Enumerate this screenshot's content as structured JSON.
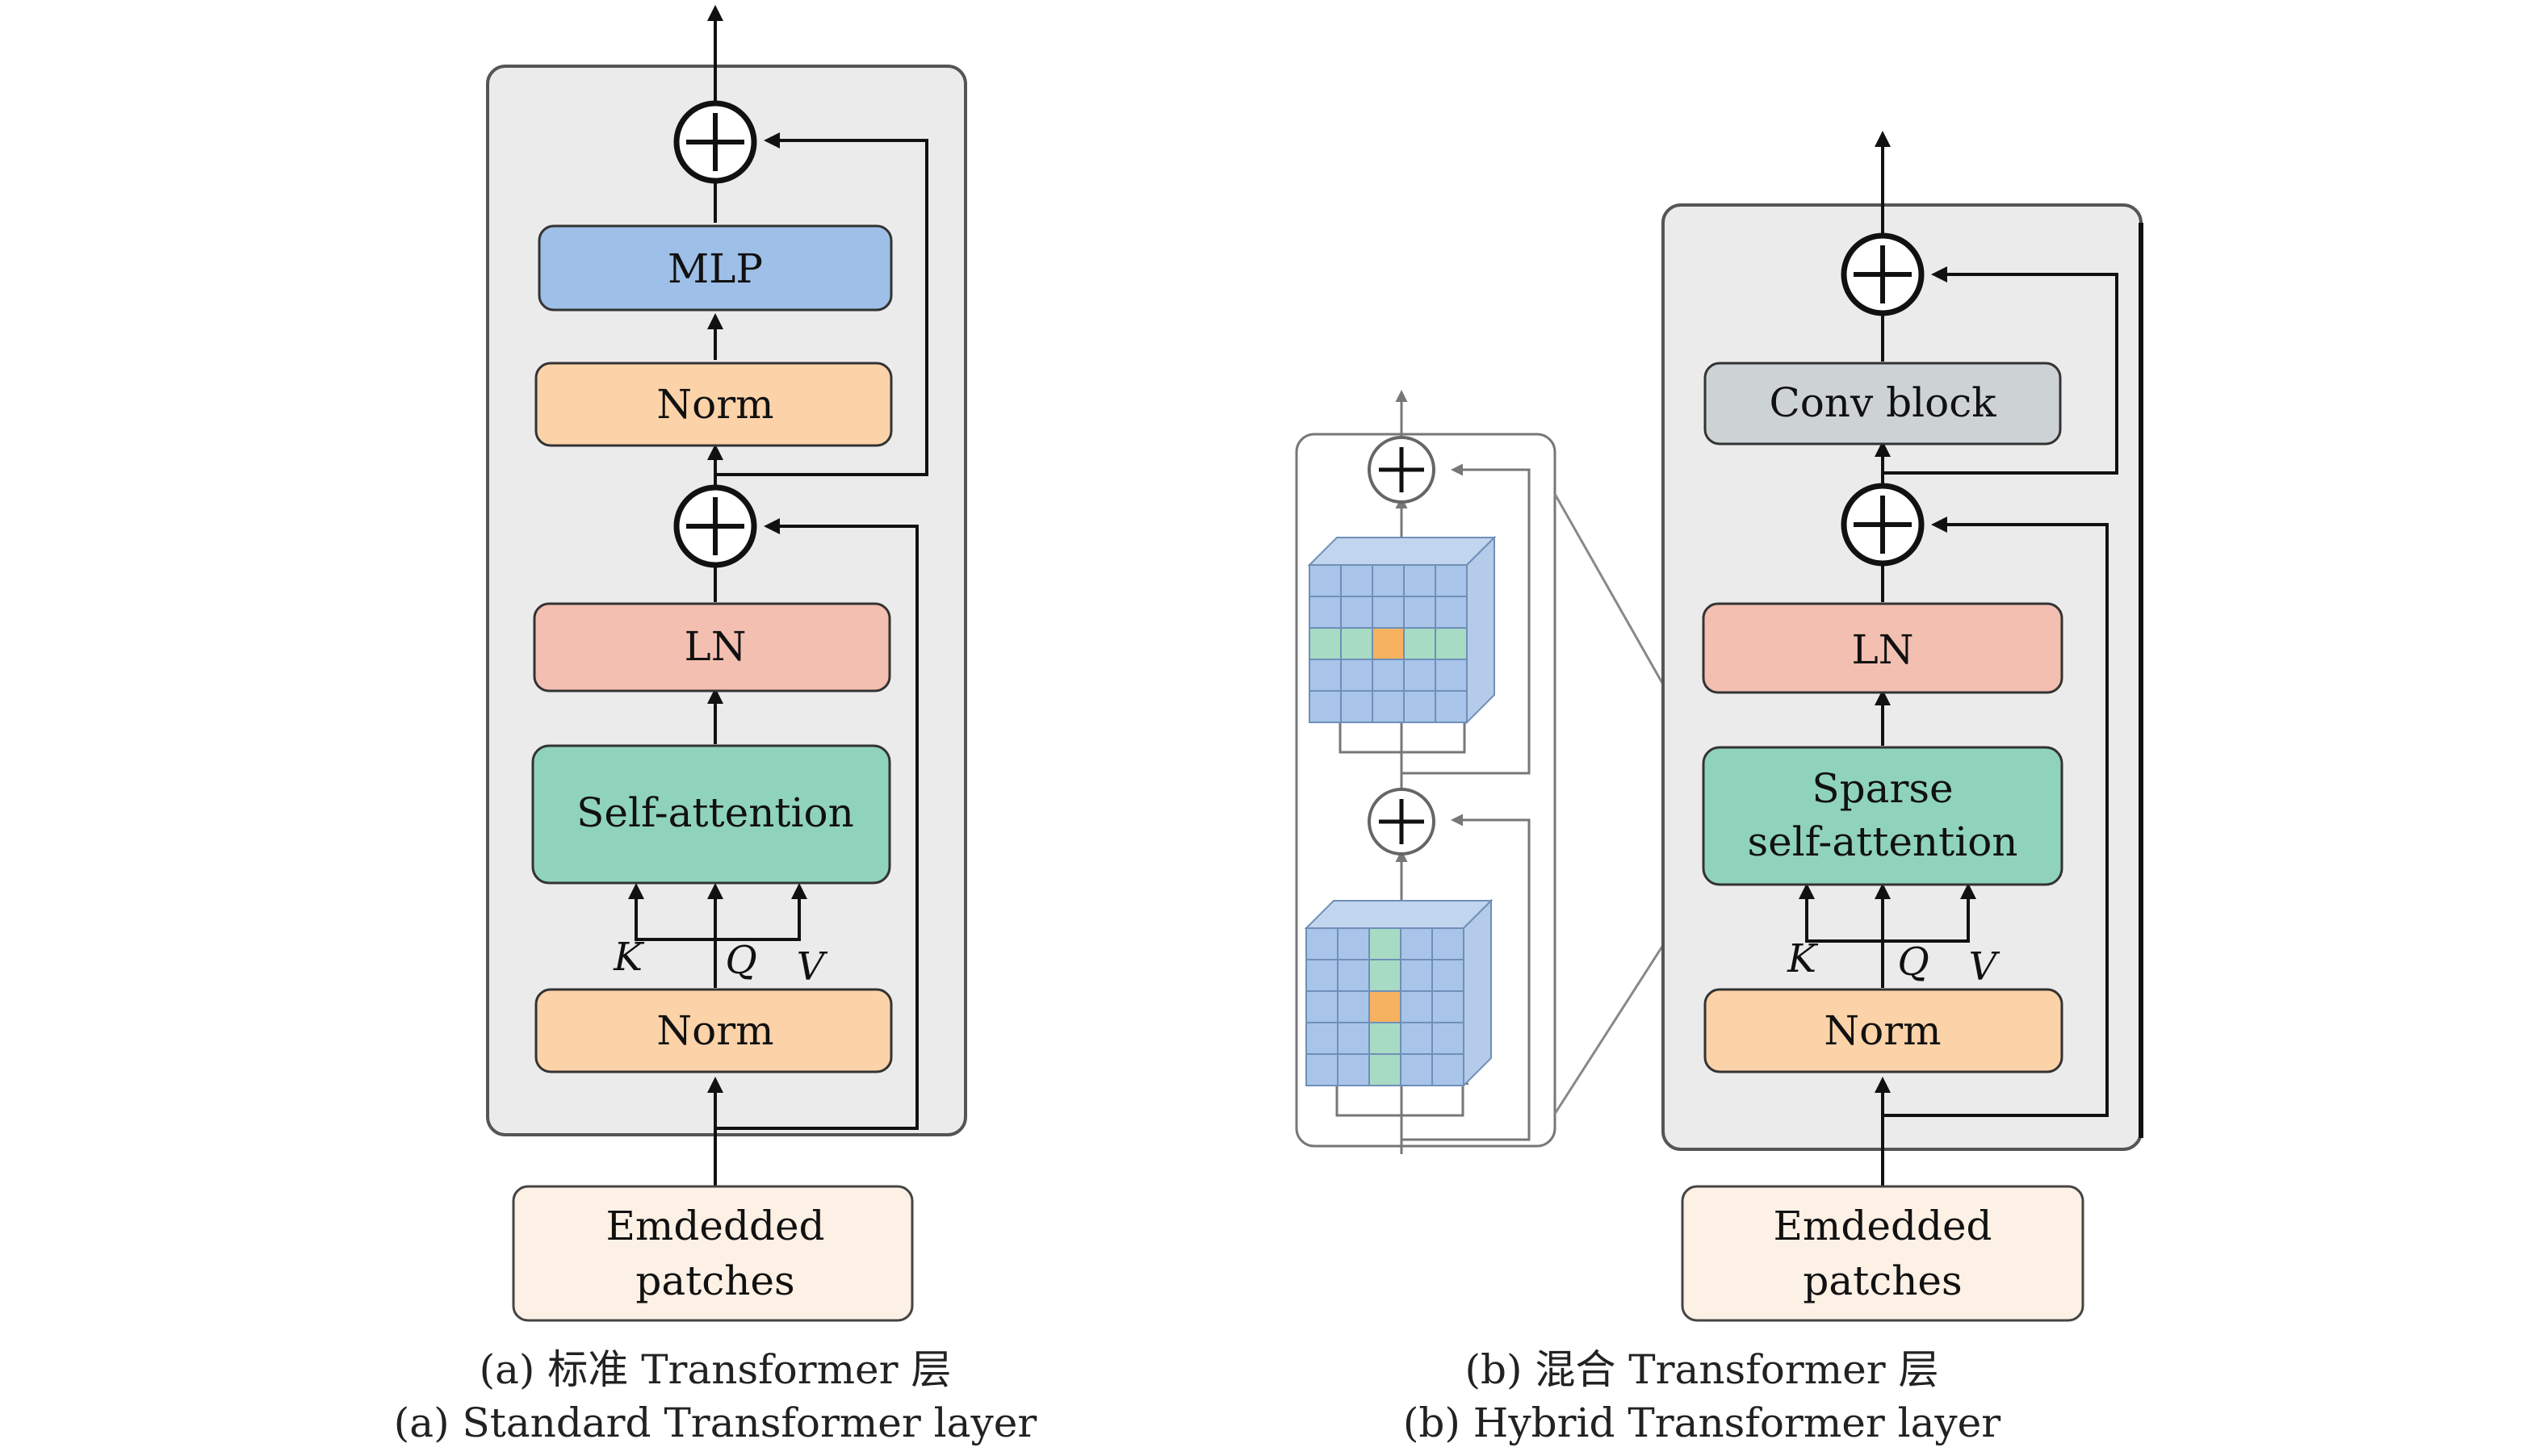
{
  "panel_a": {
    "block_mlp": "MLP",
    "block_norm_top": "Norm",
    "block_ln": "LN",
    "block_attention": "Self-attention",
    "block_norm_bottom": "Norm",
    "label_k": "K",
    "label_q": "Q",
    "label_v": "V",
    "input_line1": "Emdedded",
    "input_line2": "patches",
    "caption_zh": "(a) 标准 Transformer 层",
    "caption_en": "(a) Standard Transformer layer"
  },
  "panel_b": {
    "block_conv": "Conv block",
    "block_ln": "LN",
    "block_attention_line1": "Sparse",
    "block_attention_line2": "self-attention",
    "block_norm": "Norm",
    "label_k": "K",
    "label_q": "Q",
    "label_v": "V",
    "input_line1": "Emdedded",
    "input_line2": "patches",
    "caption_zh": "(b) 混合 Transformer 层",
    "caption_en": "(b) Hybrid Transformer layer"
  },
  "colors": {
    "mlp": "#9dbfe8",
    "norm": "#fcd2a8",
    "ln": "#f3bfb1",
    "attention": "#8fd3bd",
    "conv": "#cdd3d5",
    "input": "#fdf0e5",
    "frame_fill": "#ebebeb",
    "grid_cell": "#a9c4e9",
    "grid_highlight": "#a7dbc3",
    "grid_center": "#f6b25f"
  }
}
